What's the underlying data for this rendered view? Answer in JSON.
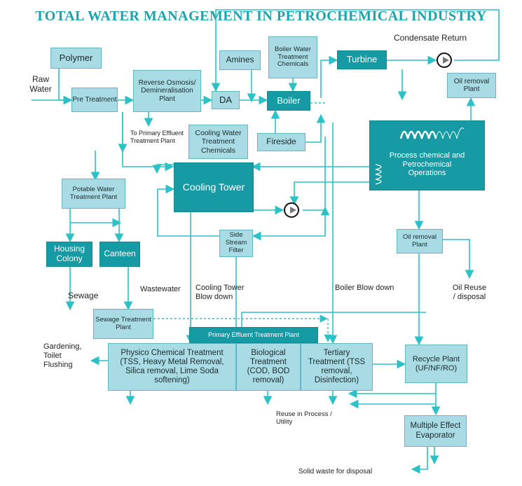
{
  "title": "TOTAL WATER MANAGEMENT IN PETROCHEMICAL INDUSTRY",
  "boxes": {
    "polymer": "Polymer",
    "pre": "Pre Treatment",
    "ro": "Reverse Osmosis/ Demineralisation Plant",
    "amines": "Amines",
    "da": "DA",
    "bwtc": "Boiler Water Treatment Chemicals",
    "turbine": "Turbine",
    "boiler": "Boiler",
    "fireside": "Fireside",
    "oil_top": "Oil removal Plant",
    "process": "Process chemical and Petrochemical Operations",
    "cwtc": "Cooling Water Treatment Chemicals",
    "cooling": "Cooling Tower",
    "potable": "Potable Water Treatment Plant",
    "housing": "Housing Colony",
    "canteen": "Canteen",
    "side": "Side Stream Filter",
    "oil_mid": "Oil removal Plant",
    "sewage_plant": "Sewage Treatment Plant",
    "petp": "Primary Effluent Treatment Plant",
    "physico": "Physico Chemical Treatment (TSS, Heavy Metal Removal, Silica removal, Lime Soda softening)",
    "bio": "Biological Treatment (COD, BOD removal)",
    "tertiary": "Tertiary Treatment (TSS removal, Disinfection)",
    "recycle": "Recycle Plant (UF/NF/RO)",
    "mee": "Multiple Effect Evaporator"
  },
  "labels": {
    "raw": "Raw Water",
    "to_petp": "To Primary Effluent Treatment Plant",
    "condensate": "Condensate Return",
    "sewage": "Sewage",
    "wastewater": "Wastewater",
    "ct_blow": "Cooling Tower Blow down",
    "boiler_blow": "Boiler Blow down",
    "oil_reuse": "Oil Reuse / disposal",
    "gardening": "Gardening, Toilet Flushing",
    "reuse": "Reuse in Process / Utility",
    "solid": "Solid waste for disposal"
  }
}
